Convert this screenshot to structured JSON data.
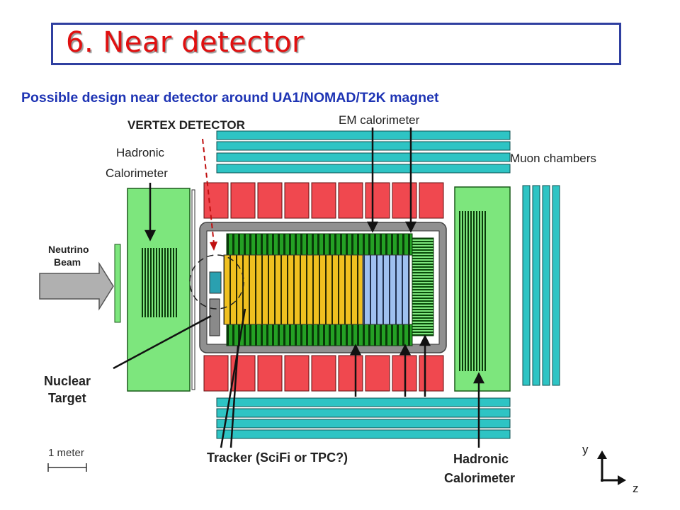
{
  "title": "6. Near detector",
  "subtitle": "Possible design near detector around UA1/NOMAD/T2K magnet",
  "labels": {
    "vertex_detector": "VERTEX DETECTOR",
    "em_calorimeter": "EM calorimeter",
    "hadronic_cal_top_line1": "Hadronic",
    "hadronic_cal_top_line2": "Calorimeter",
    "muon_chambers": "Muon chambers",
    "neutrino_line1": "Neutrino",
    "neutrino_line2": "Beam",
    "nuclear_line1": "Nuclear",
    "nuclear_line2": "Target",
    "scale": "1 meter",
    "tracker": "Tracker (SciFi or TPC?)",
    "hadronic_cal_bottom_line1": "Hadronic",
    "hadronic_cal_bottom_line2": "Calorimeter",
    "axis_y": "y",
    "axis_z": "z"
  },
  "colors": {
    "title": "#e01010",
    "subtitle": "#1e34b4",
    "magnet_red": "#f0484f",
    "calorimeter_green": "#7de67d",
    "muon_cyan": "#2ec4c4",
    "tracker_yellow": "#f0c020"
  }
}
